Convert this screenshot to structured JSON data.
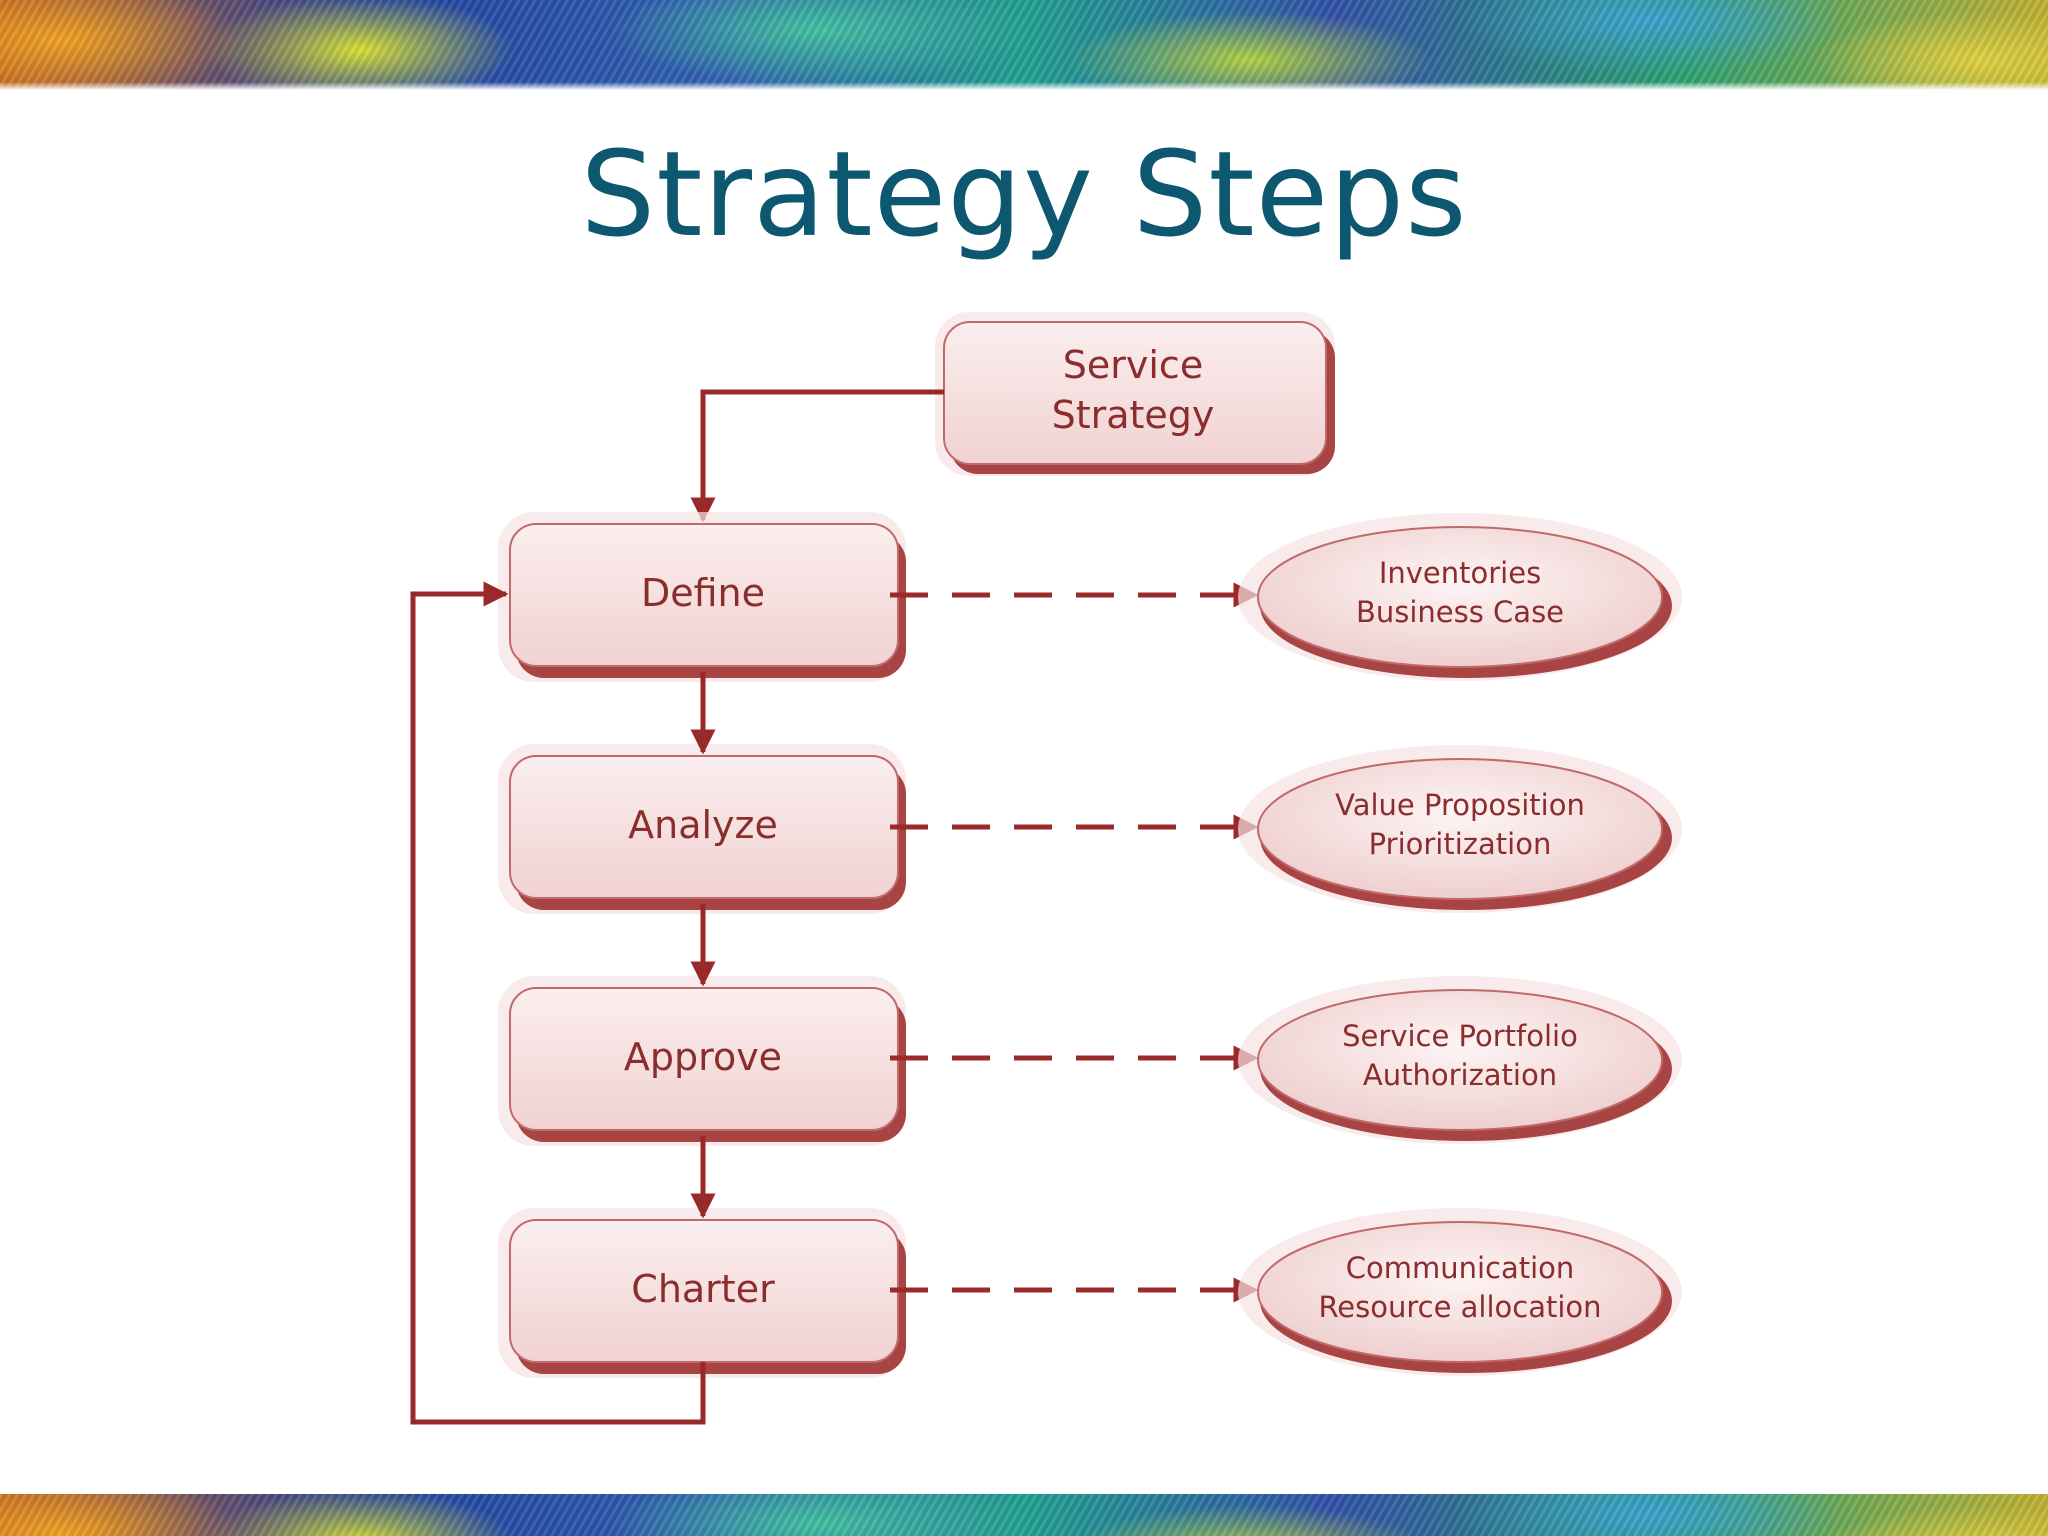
{
  "title": "Strategy Steps",
  "colors": {
    "title": "#0d5870",
    "line": "#9a2a2a",
    "text": "#8b2d2d",
    "shape_fill": "#f8e4e4",
    "shape_border": "#b55a5a"
  },
  "diagram": {
    "source": {
      "line1": "Service",
      "line2": "Strategy"
    },
    "steps": [
      {
        "label": "Define",
        "output": {
          "line1": "Inventories",
          "line2": "Business Case"
        }
      },
      {
        "label": "Analyze",
        "output": {
          "line1": "Value Proposition",
          "line2": "Prioritization"
        }
      },
      {
        "label": "Approve",
        "output": {
          "line1": "Service Portfolio",
          "line2": "Authorization"
        }
      },
      {
        "label": "Charter",
        "output": {
          "line1": "Communication",
          "line2": "Resource allocation"
        }
      }
    ]
  }
}
